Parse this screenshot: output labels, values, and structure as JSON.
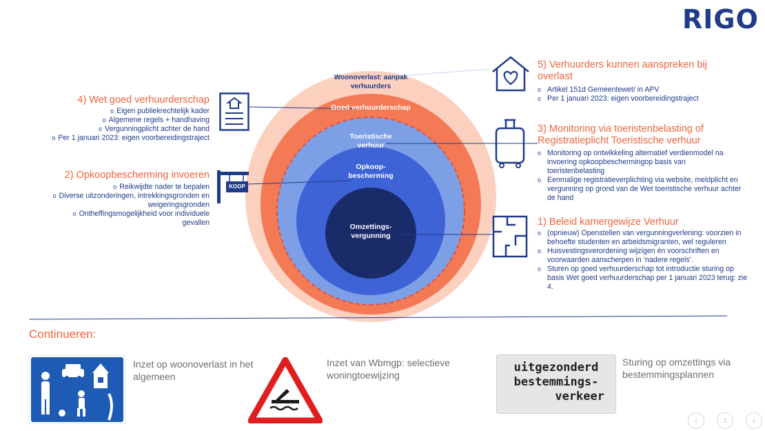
{
  "logo": "RIGO",
  "rings": {
    "woonoverlast": "Woonoverlast: aanpak verhuurders",
    "goed": "Goed verhuurderschap",
    "toeristische": "Toeristische verhuur",
    "opkoop": "Opkoop-bescherming",
    "omzettings": "Omzettings-vergunning"
  },
  "sections": {
    "s4": {
      "title": "4) Wet goed verhuurderschap",
      "bullets": [
        "Eigen publiekrechtelijk kader",
        "Algemene regels + handhaving",
        "Vergunningplicht achter de hand",
        "Per 1 januari 2023: eigen voorbereidingstraject"
      ]
    },
    "s2": {
      "title": "2) Opkoopbescherming invoeren",
      "bullets": [
        "Reikwijdte nader te bepalen",
        "Diverse uitzonderingen, intrekkingsgronden en weigeringsgronden",
        "Ontheffingsmogelijkheid voor individuele gevallen"
      ]
    },
    "s5": {
      "title": "5) Verhuurders kunnen aanspreken bij overlast",
      "bullets": [
        "Artikel 151d Gemeentewet/ in APV",
        "Per 1 januari 2023: eigen voorbereidingstraject"
      ]
    },
    "s3": {
      "title": "3) Monitoring via toeristenbelasting of Registratieplicht Toeristische verhuur",
      "bullets": [
        "Monitoring op ontwikkeling alternatief verdienmodel na invoering opkoopbeschermingop basis van toeristenbelasting",
        "Eenmalige registratieverplichting via website, meldplicht en vergunning op grond van de Wet toeristische verhuur achter de hand"
      ]
    },
    "s1": {
      "title": "1) Beleid kamergewijze Verhuur",
      "bullets": [
        "(opnieuw) Openstellen van vergunningverlening: voorzien in behoefte studenten en arbeidsmigranten, wel reguleren",
        "Huisvestingsverordening wijzigen én voorschriften en voorwaarden aanscherpen in ‘nadere regels’.",
        "Sturen op goed verhuurderschap tot introductie sturing op basis Wet goed verhuurderschap per 1 januari 2023 terug: zie 4."
      ]
    }
  },
  "koop_sign": "KOOP",
  "bullet_glyph": "o",
  "continueren": {
    "title": "Continueren:",
    "items": [
      {
        "text": "Inzet op woonoverlast in het algemeen",
        "icon": "woonerf-sign-icon"
      },
      {
        "text": "Inzet van Wbmgp: selectieve woningtoewijzing",
        "icon": "warning-triangle-icon"
      },
      {
        "text": "Sturing op omzettings via bestemmingsplannen",
        "icon": "text-sign"
      }
    ],
    "sign_lines": [
      "uitgezonderd",
      "bestemmings-",
      "verkeer"
    ]
  },
  "pager": {
    "prev": "‹",
    "page": "1",
    "next": "›"
  },
  "colors": {
    "accent_orange": "#f0643c",
    "navy": "#1f3b8a"
  }
}
